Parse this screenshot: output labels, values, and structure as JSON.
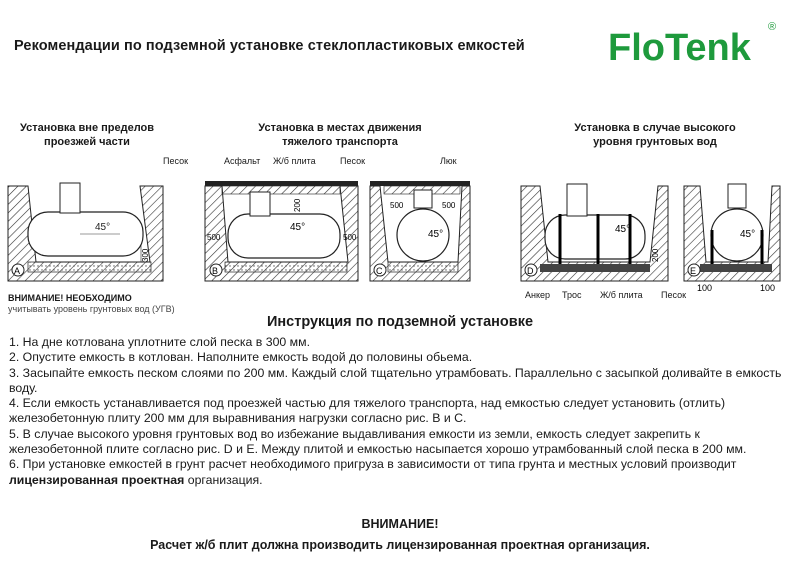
{
  "header": {
    "title": "Рекомендации по подземной установке стеклопластиковых емкостей",
    "logo_text": "FloTenk",
    "logo_mark": "®",
    "brand_color": "#1e9a3c"
  },
  "sections": {
    "left_title_1": "Установка вне пределов",
    "left_title_2": "проезжей части",
    "middle_title_1": "Установка в местах движения",
    "middle_title_2": "тяжелого транспорта",
    "right_title_1": "Установка в случае высокого",
    "right_title_2": "уровня грунтовых вод"
  },
  "labels": {
    "sand": "Песок",
    "asphalt": "Асфальт",
    "slab": "Ж/б плита",
    "hatch": "Люк",
    "anchor": "Анкер",
    "cable": "Трос",
    "angle": "45°",
    "d300": "300",
    "d200": "200",
    "d500": "500",
    "d100": "100"
  },
  "diagram_marks": {
    "A": "A",
    "B": "B",
    "C": "C",
    "D": "D",
    "E": "E"
  },
  "warning_left": {
    "title": "ВНИМАНИЕ! НЕОБХОДИМО",
    "text": "учитывать уровень грунтовых вод (УГВ)"
  },
  "instructions": {
    "title": "Инструкция по подземной установке",
    "item1": "1. На дне котлована уплотните слой песка в 300 мм.",
    "item2": "2. Опустите емкость в котлован. Наполните емкость водой до половины обьема.",
    "item3": "3. Засыпайте емкость песком слоями по 200 мм. Каждый слой тщательно утрамбовать. Параллельно с засыпкой доливайте в емкость воду.",
    "item4": "4. Если емкость устанавливается  под проезжей частью для тяжелого транспорта, над емкостью следует установить (отлить) железобетонную плиту 200 мм для выравнивания нагрузки согласно рис. В и С.",
    "item5": "5. В случае высокого уровня грунтовых вод во избежание выдавливания емкости из земли, емкость следует закрепить к железобетонной плите согласно рис. D и E. Между плитой и емкостью насыпается хорошо утрамбованный слой песка в 200 мм.",
    "item6_start": "6. При установке емкостей в грунт расчет необходимого пригруза в зависимости от типа грунта и местных условий производит ",
    "item6_bold": "лицензированная проектная",
    "item6_end": " организация."
  },
  "footer": {
    "warning": "ВНИМАНИЕ!",
    "note": "Расчет ж/б плит должна производить лицензированная проектная организация."
  }
}
